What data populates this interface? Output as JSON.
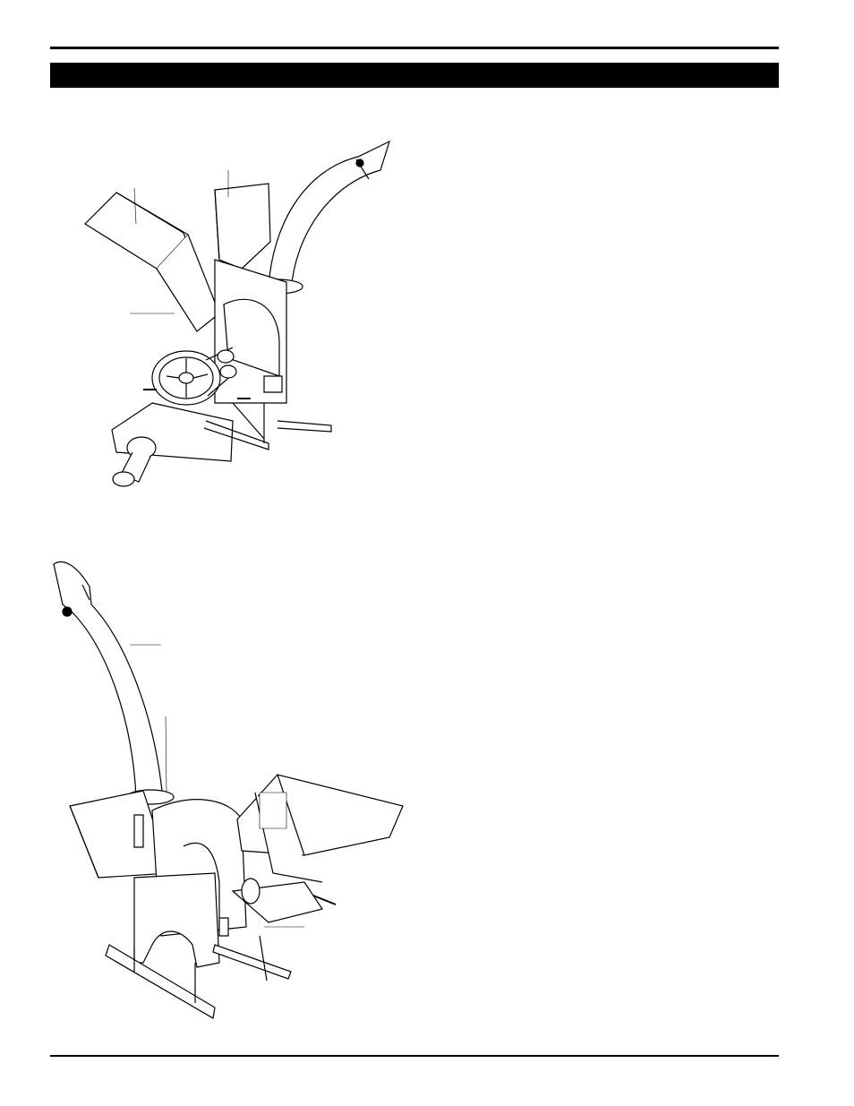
{
  "header": {
    "section_title": ""
  },
  "figures": [
    {
      "id": "fig1",
      "icon": "wood-chipper-rear-view-drawing"
    },
    {
      "id": "fig2",
      "icon": "wood-chipper-front-view-drawing"
    }
  ]
}
